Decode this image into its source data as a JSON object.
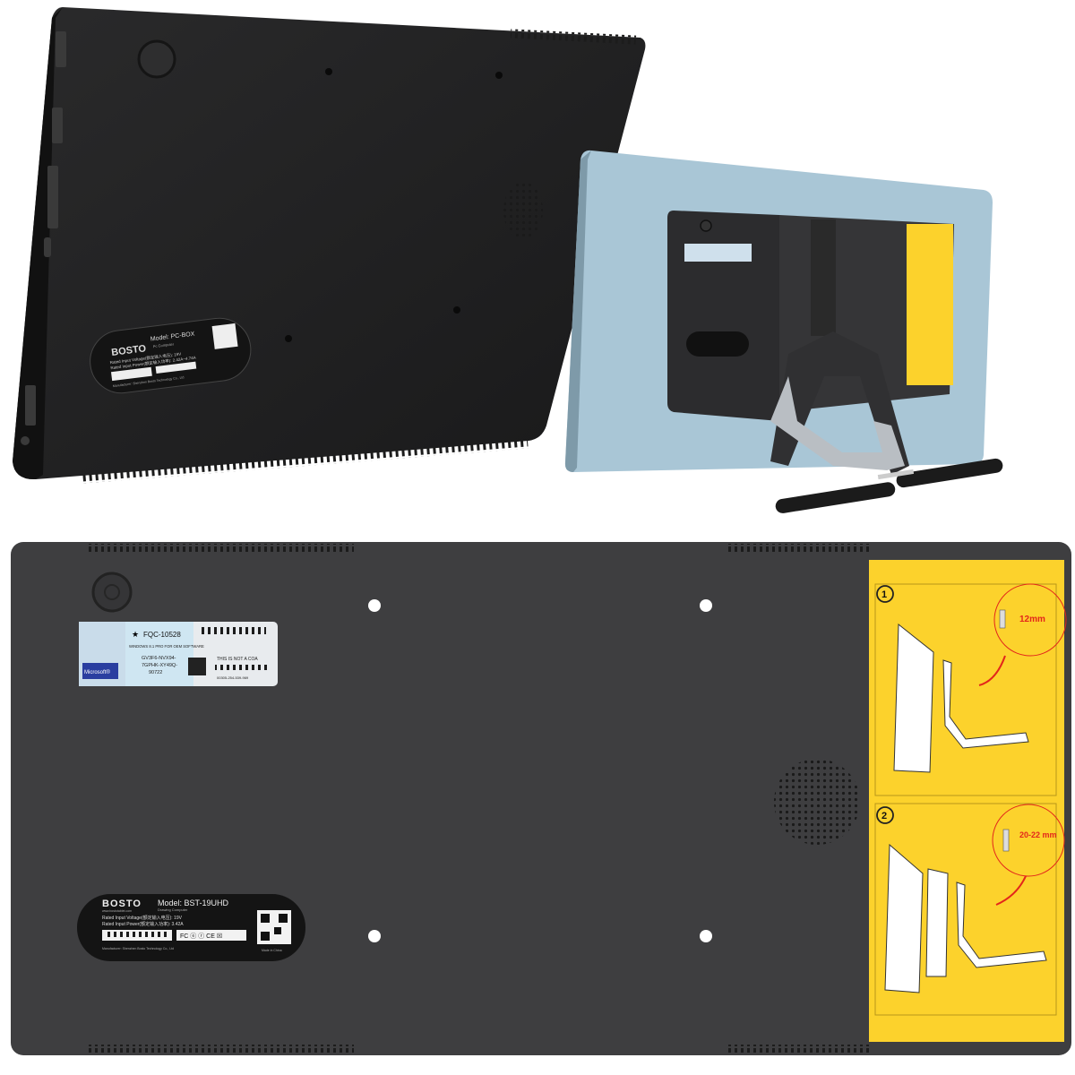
{
  "colors": {
    "device_dark": "#222223",
    "panel_gray": "#3e3e40",
    "tablet_blue": "#a9c6d6",
    "sticker_yellow": "#fcd22c",
    "accent_red": "#e3261b"
  },
  "pc_box_label": {
    "brand": "BOSTO",
    "model": "Model: PC-BOX",
    "subtitle": "Pc Computer",
    "voltage": "Rated Input Voltage(额定输入电压): 19V",
    "power": "Rated Input Power(额定输入功率): 2.42A~4.74A",
    "manufacturer": "Manufacturer: Shenzhen Bosto Technology Co., Ltd"
  },
  "main_label": {
    "brand": "BOSTO",
    "website": "www.bostotablet.com",
    "model": "Model: BST-19UHD",
    "subtitle": "Drawing Computer",
    "voltage": "Rated Input Voltage(额定输入电压): 19V",
    "power": "Rated Input Power(额定输入功率): 3.42A",
    "manufacturer": "Manufacturer: Shenzhen Bosto Technology Co., Ltd",
    "made_in": "Made in China",
    "cert_marks": "FC ⓔ ⓡ CE ☒"
  },
  "coa_sticker": {
    "code": "FQC-10528",
    "product": "WINDOWS 8.1 PRO FOR OEM SOFTWARE",
    "key_line1": "GV3F6-NVX94-",
    "key_line2": "7GPHK-XY49Q-",
    "key_line3": "90722",
    "notice": "THIS IS NOT A COA",
    "serial": "00305-254-539-969",
    "brand": "Microsoft®"
  },
  "instruction_sticker": {
    "steps": [
      {
        "number": "1",
        "screw_length": "12mm"
      },
      {
        "number": "2",
        "screw_length": "20-22 mm"
      }
    ]
  }
}
